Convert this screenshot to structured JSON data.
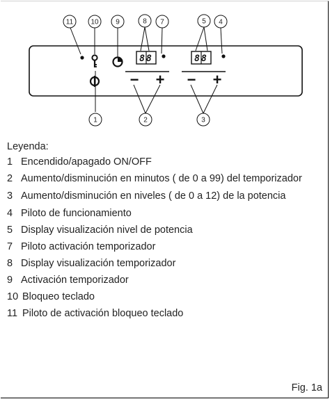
{
  "callouts": {
    "c1": "1",
    "c2": "2",
    "c3": "3",
    "c4": "4",
    "c5": "5",
    "c7": "7",
    "c8": "8",
    "c9": "9",
    "c10": "10",
    "c11": "11"
  },
  "panel": {
    "timer_display": "88",
    "power_display": "88",
    "minus_symbol": "−",
    "plus_symbol": "+"
  },
  "legend": {
    "title": "Leyenda:",
    "items": [
      {
        "num": "1",
        "text": "Encendido/apagado ON/OFF"
      },
      {
        "num": "2",
        "text": "Aumento/disminución en minutos ( de 0 a 99) del temporizador"
      },
      {
        "num": "3",
        "text": "Aumento/disminución en niveles ( de 0 a 12) de la potencia"
      },
      {
        "num": "4",
        "text": "Piloto de funcionamiento"
      },
      {
        "num": "5",
        "text": "Display visualización nivel de potencia"
      },
      {
        "num": "7",
        "text": "Piloto activación temporizador"
      },
      {
        "num": "8",
        "text": "Display visualización temporizador"
      },
      {
        "num": "9",
        "text": "Activación temporizador"
      },
      {
        "num": "10",
        "text": "Bloqueo teclado"
      },
      {
        "num": "11",
        "text": "Piloto de activación bloqueo teclado"
      }
    ]
  },
  "figure_label": "Fig. 1a"
}
